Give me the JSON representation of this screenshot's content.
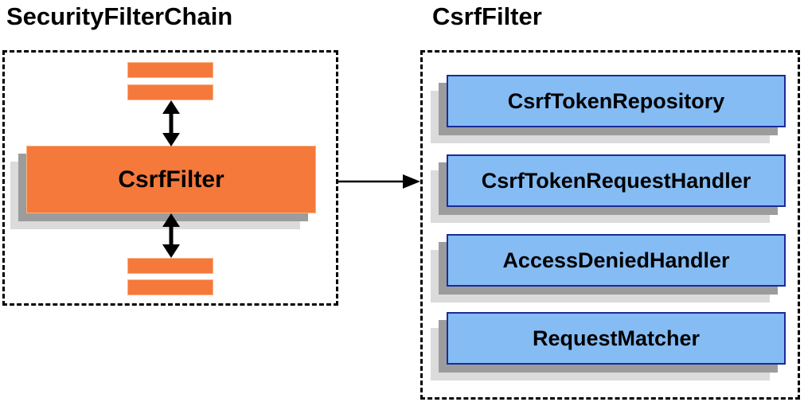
{
  "left_panel": {
    "title": "SecurityFilterChain",
    "csrf_filter_label": "CsrfFilter"
  },
  "right_panel": {
    "title": "CsrfFilter",
    "components": [
      "CsrfTokenRepository",
      "CsrfTokenRequestHandler",
      "AccessDeniedHandler",
      "RequestMatcher"
    ]
  },
  "colors": {
    "orange_fill": "#F4793B",
    "orange_border": "#FBB382",
    "blue_fill": "#85BCF4",
    "blue_border": "#1A2B9B",
    "shadow_dark": "#9C9C9C",
    "shadow_light": "#DBDBDB",
    "arrow_black": "#000000"
  }
}
